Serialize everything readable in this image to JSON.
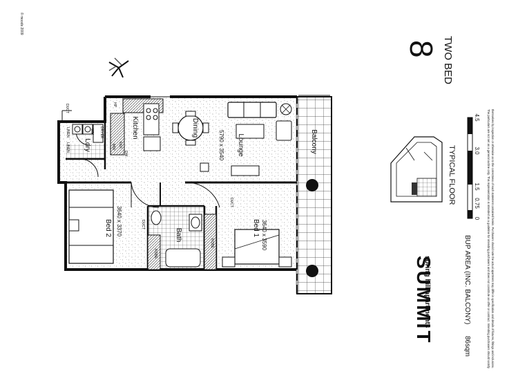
{
  "corner_note": "© moods 2009",
  "plan": {
    "rooms": {
      "kitchen": "Kitchen",
      "dining": "Dining",
      "lounge": "Lounge",
      "lounge_dims": "5790 x 3540",
      "balcony": "Balcony",
      "laundry": "Ldry",
      "bed1": "Bed 1",
      "bed1_dims": "3640 x 3590",
      "bed2": "Bed 2",
      "bed2_dims": "3640 x 3370",
      "bath": "Bath"
    },
    "fixtures": {
      "duct_a": "DUCT",
      "duct_b": "DUCT",
      "duct_c": "DUCT",
      "linen_a": "LINEN",
      "linen_b": "LINEN",
      "robe_a": "ROBE",
      "robe_b": "ROBE",
      "wm": "WM",
      "dryer": "DRYER",
      "ref": "REF",
      "dw": "DW",
      "hp": "HP",
      "mw": "MW"
    }
  },
  "unit": {
    "number": "8",
    "type": "TWO BED"
  },
  "scale": {
    "ticks": [
      "0",
      "0.75",
      "1.5",
      "3.0",
      "4.5"
    ]
  },
  "typical_floor_label": "TYPICAL FLOOR",
  "brand": {
    "name": "SUMMIT",
    "tagline": "spring hill apartments"
  },
  "area": {
    "label": "BUP AREA (INC. BALCONY)",
    "value": "86sqm"
  },
  "disclaimer": {
    "line1": "The particulars are not set as a general outline only. This representation is intended as a guideline for intending purchasers and does not constitute an offer or contract. Intending purchasers should satisfy",
    "line2": "themselves by inspection or otherwise as to the correctness of each statement contained herein. Purchasers should note the actual apartment may differ in specification and details of fixtures, fittings and inclusions."
  }
}
